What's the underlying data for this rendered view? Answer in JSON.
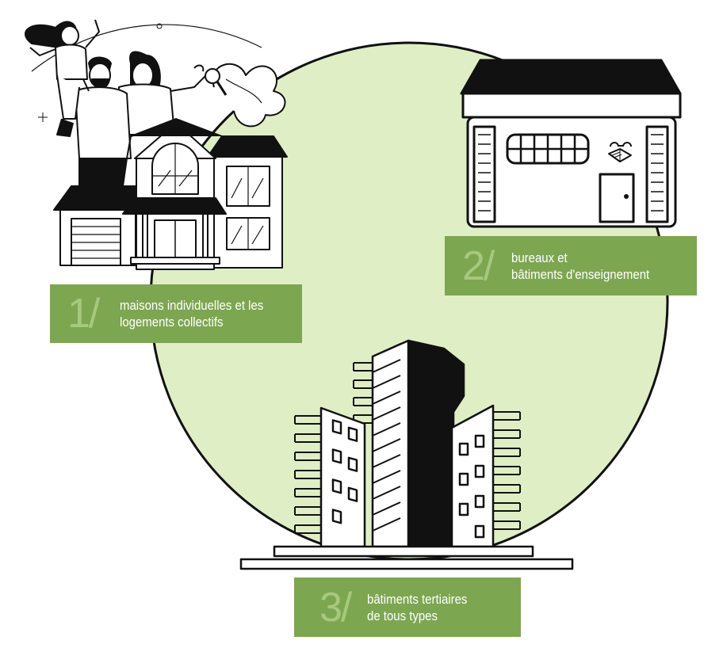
{
  "colors": {
    "circle_fill": "#dfeec5",
    "label_bg": "#7da651",
    "label_number": "#a7c97e",
    "label_text": "#ffffff",
    "line_art": "#111111"
  },
  "labels": {
    "item1": {
      "number": "1/",
      "text": "maisons individuelles et les\nlogements collectifs"
    },
    "item2": {
      "number": "2/",
      "text": "bureaux et\nbâtiments d'enseignement"
    },
    "item3": {
      "number": "3/",
      "text": "bâtiments tertiaires\nde tous types"
    }
  },
  "illustrations": [
    {
      "name": "family-house-icon",
      "depicts": "family in front of a house"
    },
    {
      "name": "school-office-icon",
      "depicts": "office / school building"
    },
    {
      "name": "skyscrapers-icon",
      "depicts": "group of tower buildings"
    }
  ]
}
